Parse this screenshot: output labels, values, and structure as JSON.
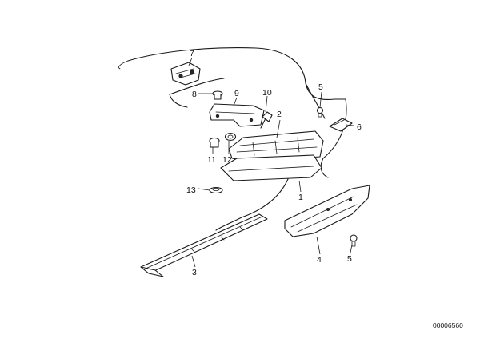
{
  "diagram": {
    "callouts": [
      {
        "id": "p1",
        "label": "1"
      },
      {
        "id": "p2",
        "label": "2"
      },
      {
        "id": "p3",
        "label": "3"
      },
      {
        "id": "p4",
        "label": "4"
      },
      {
        "id": "p5a",
        "label": "5"
      },
      {
        "id": "p5b",
        "label": "5"
      },
      {
        "id": "p6",
        "label": "6"
      },
      {
        "id": "p7",
        "label": "7"
      },
      {
        "id": "p8",
        "label": "8"
      },
      {
        "id": "p9",
        "label": "9"
      },
      {
        "id": "p10",
        "label": "10"
      },
      {
        "id": "p11",
        "label": "11"
      },
      {
        "id": "p12",
        "label": "12"
      },
      {
        "id": "p13",
        "label": "13"
      }
    ],
    "catalog_number": "00006560"
  }
}
